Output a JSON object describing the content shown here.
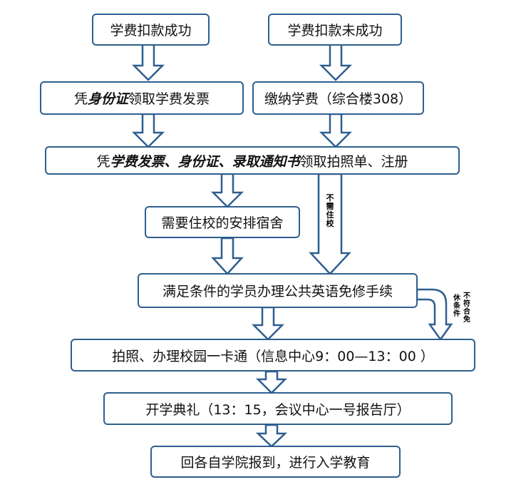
{
  "boxes": {
    "paid": "学费扣款成功",
    "unpaid": "学费扣款未成功",
    "invoice": {
      "prefix": "凭",
      "em": "身份证",
      "suffix": "领取学费发票"
    },
    "pay": "缴纳学费（综合楼308）",
    "register": {
      "prefix": "凭",
      "em1": "学费发票",
      "sep1": "、",
      "em2": "身份证",
      "sep2": "、",
      "em3": "录取通知书",
      "suffix": "领取拍照单、注册"
    },
    "dorm": "需要住校的安排宿舍",
    "exempt": "满足条件的学员办理公共英语免修手续",
    "photo": "拍照、办理校园一卡通（信息中心9：00—13：00 ）",
    "ceremony": "开学典礼（13：15，会议中心一号报告厅）",
    "return": "回各自学院报到，进行入学教育"
  },
  "notes": {
    "no_dorm": [
      "不",
      "需",
      "住",
      "校"
    ],
    "not_eligible_col1": [
      "不",
      "符",
      "合",
      "免"
    ],
    "not_eligible_col2": [
      "休",
      "条",
      "件"
    ]
  },
  "colors": {
    "border": "#2e5f8f",
    "arrow_stroke": "#2e5f8f",
    "arrow_fill": "#ffffff"
  }
}
